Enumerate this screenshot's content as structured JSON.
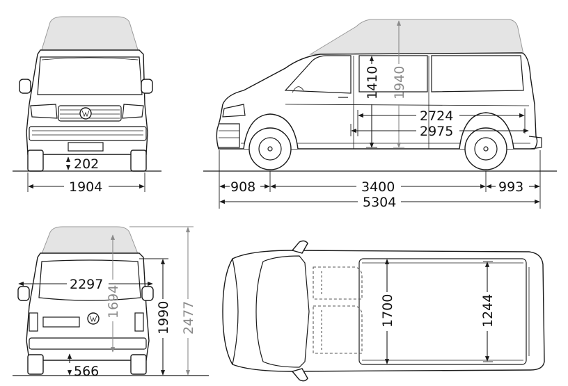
{
  "dimensions": {
    "ground_clearance": "202",
    "front_track_width": "1904",
    "front_overhang": "908",
    "wheelbase": "3400",
    "rear_overhang": "993",
    "overall_length": "5304",
    "cargo_height": "1410",
    "interior_height": "1940",
    "cargo_length_floor": "2724",
    "cargo_length_total": "2975",
    "width_with_mirrors": "2297",
    "rear_opening_height": "1694",
    "body_height": "1990",
    "overall_height": "2477",
    "rear_step_height": "566",
    "cargo_width": "1700",
    "width_between_wheel_arches": "1244"
  },
  "colors": {
    "primary_dimension": "#1a1a1a",
    "secondary_dimension": "#8a8a8a",
    "roof_fill": "#e4e4e4"
  }
}
